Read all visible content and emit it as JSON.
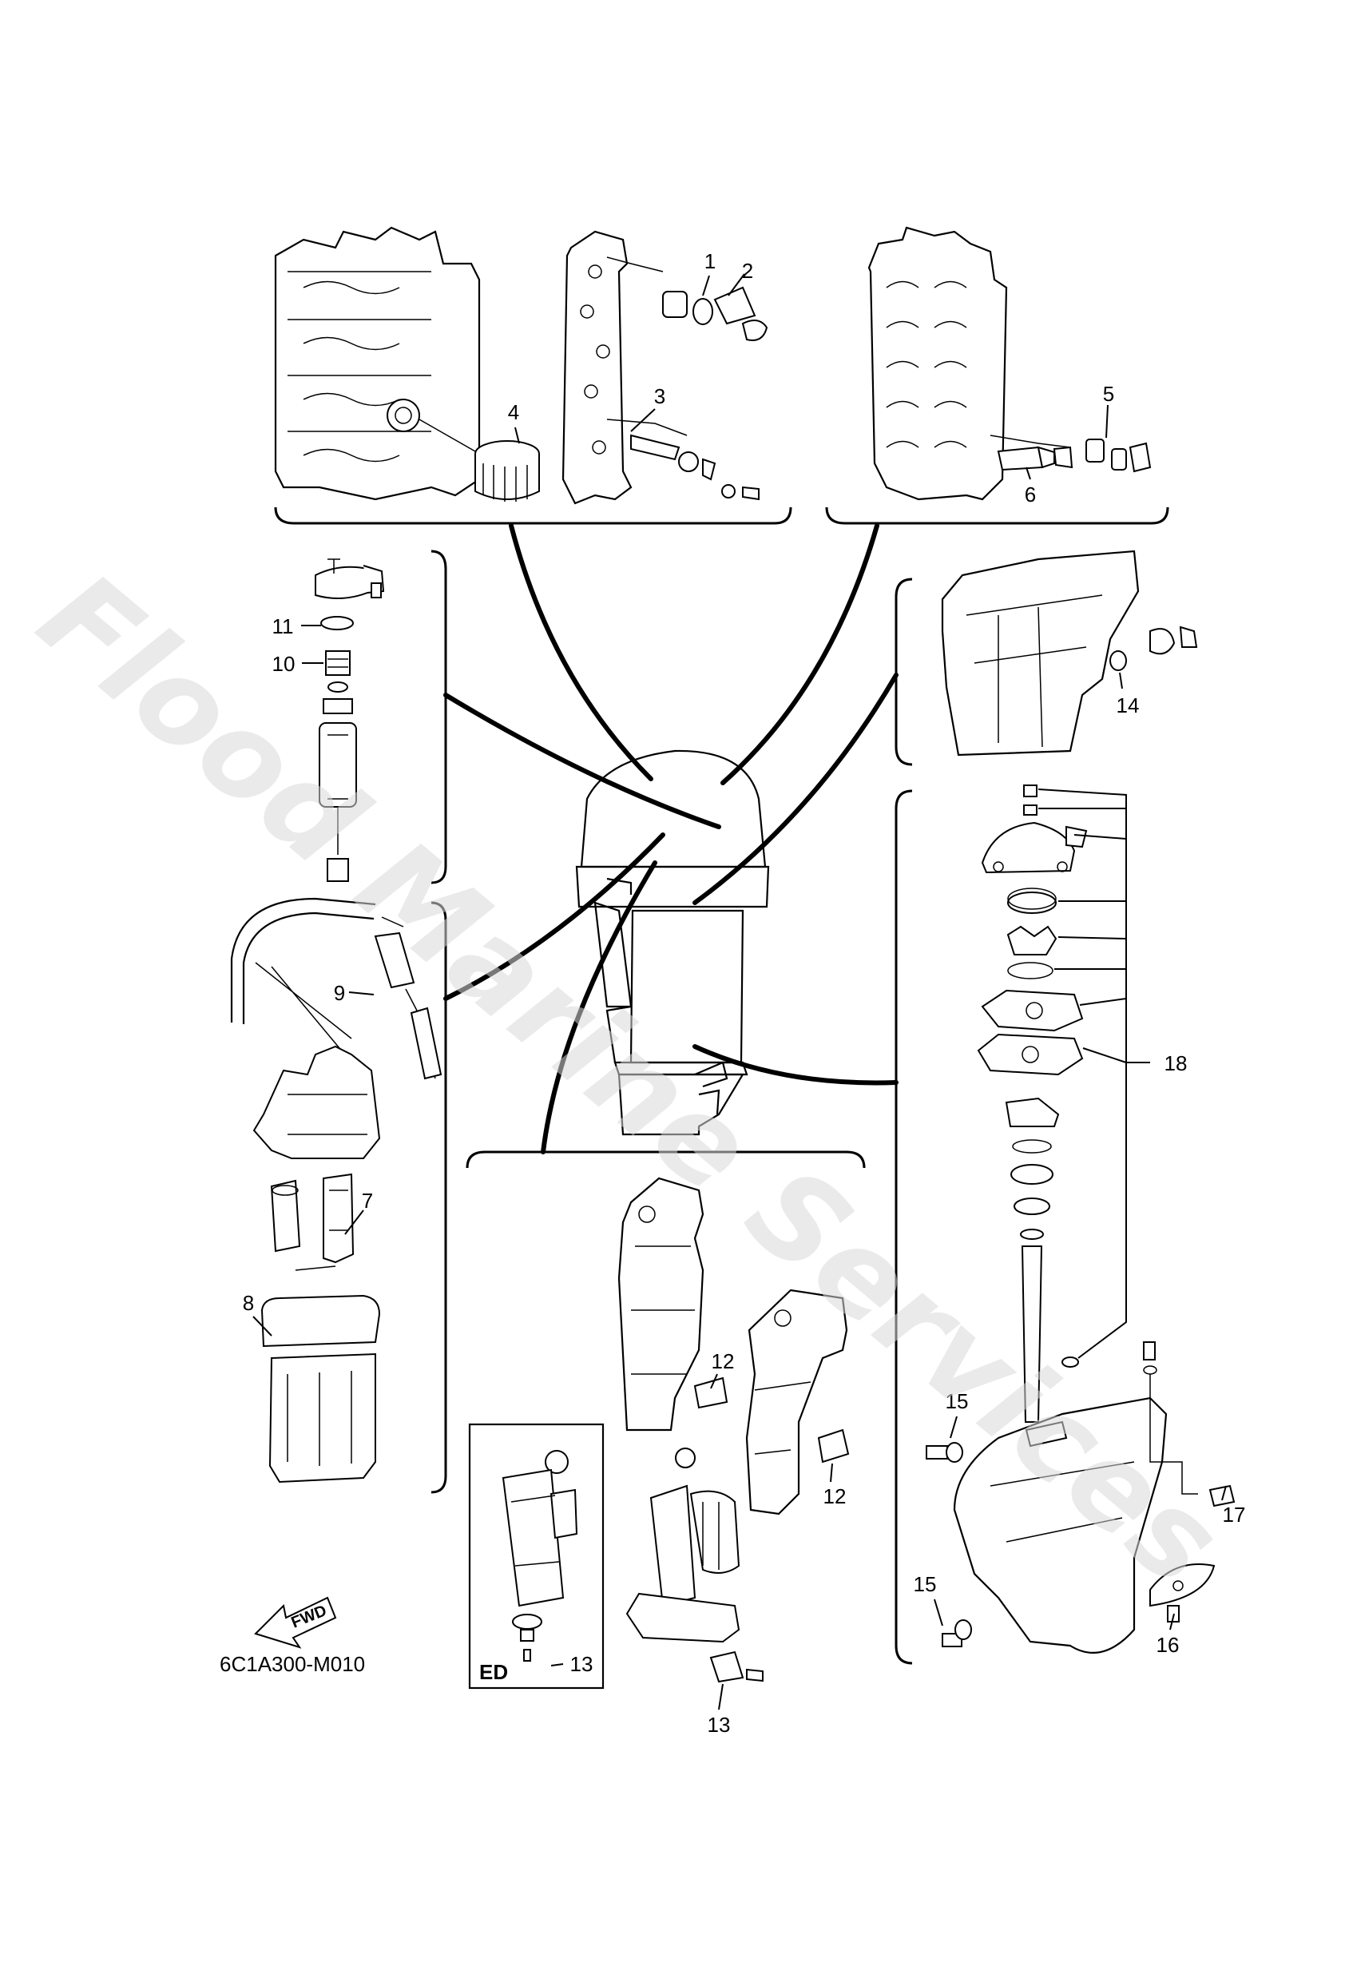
{
  "watermark": {
    "text": "Flood Marine Services",
    "color": "#d9d9d9"
  },
  "diagram_code": "6C1A300-M010",
  "fwd_label": "FWD",
  "ed_label": "ED",
  "callouts": [
    {
      "id": "1",
      "label": "1"
    },
    {
      "id": "2",
      "label": "2"
    },
    {
      "id": "3",
      "label": "3"
    },
    {
      "id": "4",
      "label": "4"
    },
    {
      "id": "5",
      "label": "5"
    },
    {
      "id": "6",
      "label": "6"
    },
    {
      "id": "7",
      "label": "7"
    },
    {
      "id": "8",
      "label": "8"
    },
    {
      "id": "9",
      "label": "9"
    },
    {
      "id": "10",
      "label": "10"
    },
    {
      "id": "11",
      "label": "11"
    },
    {
      "id": "12a",
      "label": "12"
    },
    {
      "id": "12b",
      "label": "12"
    },
    {
      "id": "13a",
      "label": "13"
    },
    {
      "id": "13b",
      "label": "13"
    },
    {
      "id": "14",
      "label": "14"
    },
    {
      "id": "15a",
      "label": "15"
    },
    {
      "id": "15b",
      "label": "15"
    },
    {
      "id": "16",
      "label": "16"
    },
    {
      "id": "17",
      "label": "17"
    },
    {
      "id": "18",
      "label": "18"
    }
  ]
}
